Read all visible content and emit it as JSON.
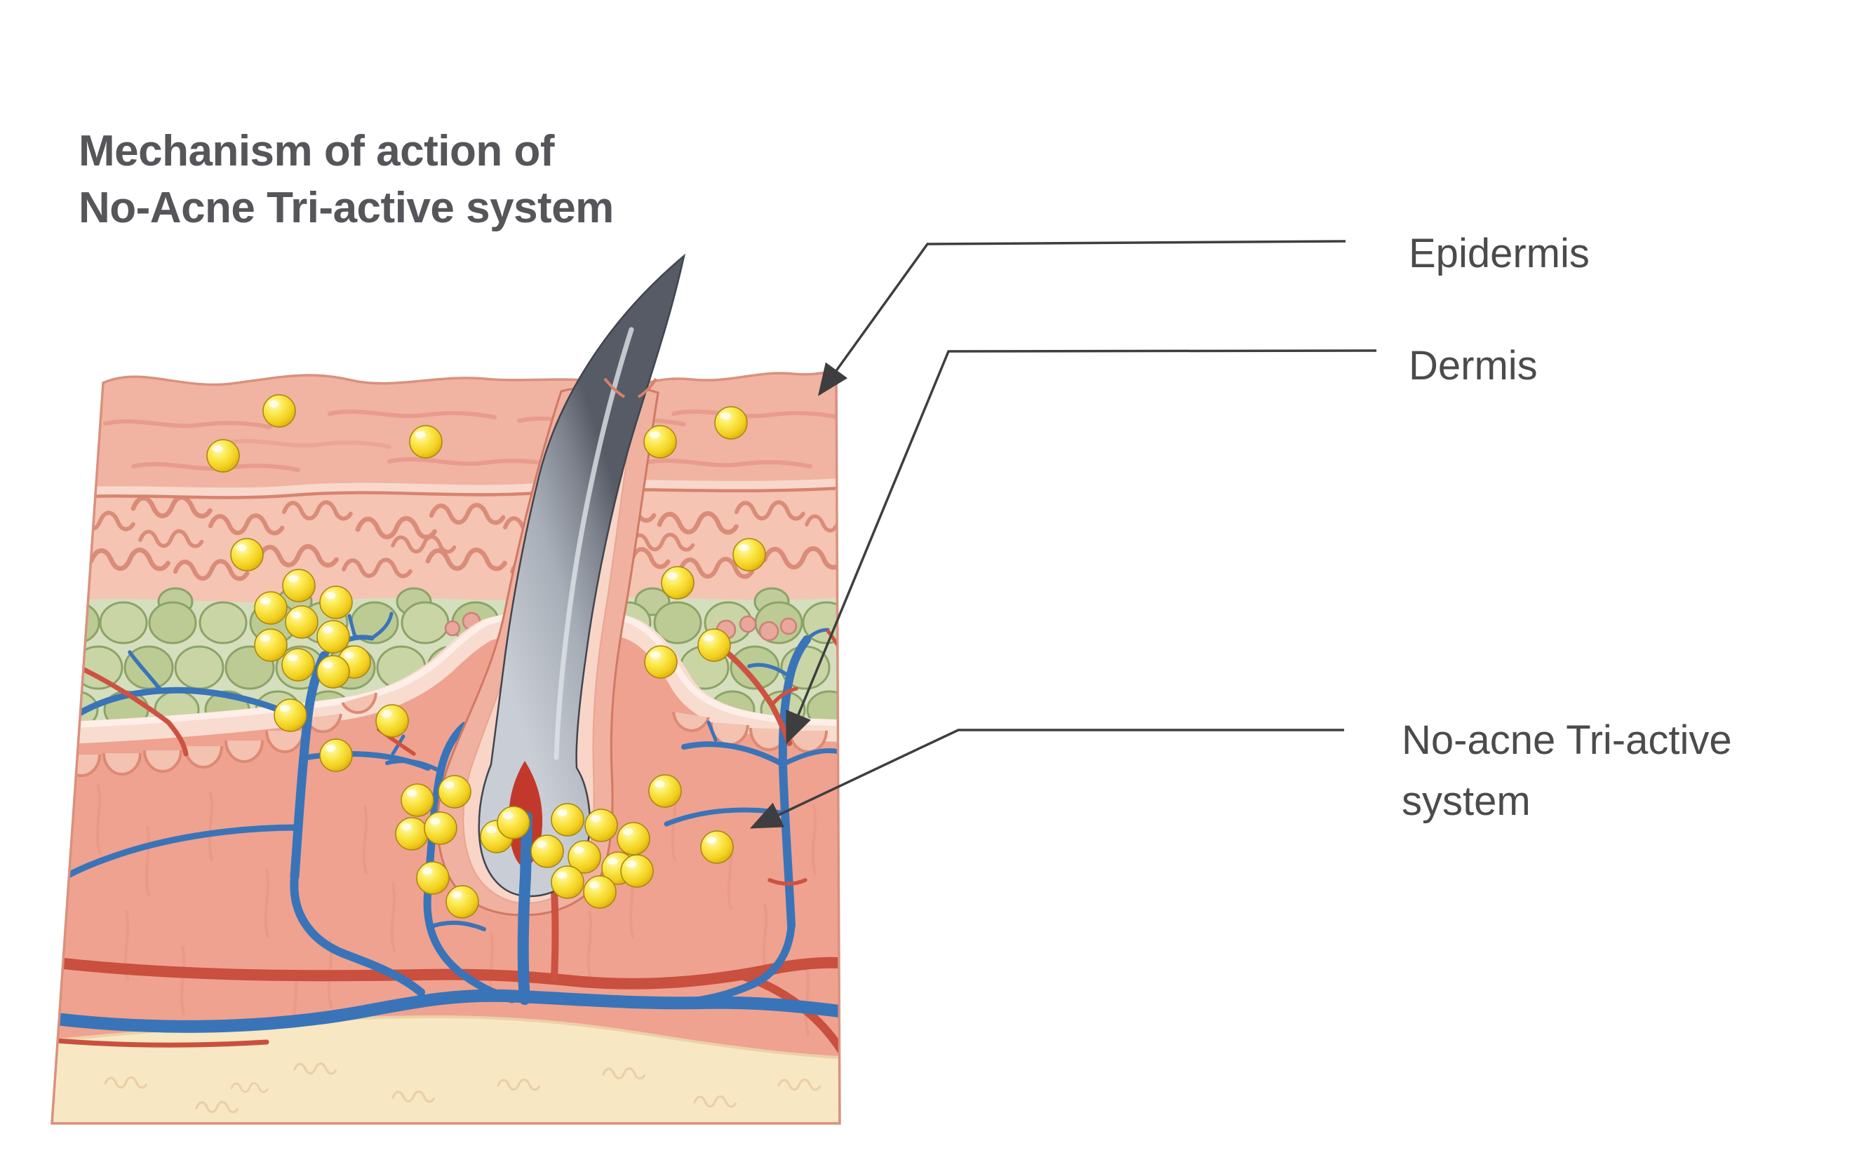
{
  "title": {
    "line1": "Mechanism of action of",
    "line2": "No-Acne Tri-active system"
  },
  "labels": {
    "epidermis": "Epidermis",
    "dermis": "Dermis",
    "no_acne_line1": "No-acne Tri-active",
    "no_acne_line2": "system"
  },
  "illustration": {
    "kind": "skin cross-section",
    "parts": [
      "epidermis",
      "papillary layer",
      "sebaceous cell layer",
      "dermis with blood vessels",
      "subcutaneous tissue",
      "hair follicle",
      "active-ingredient particles"
    ],
    "particle_count": 41
  },
  "colors": {
    "text": "#4b4b4d",
    "title_text": "#55555a",
    "leader_line": "#3e3e40",
    "epidermis": "#f1b3a2",
    "papillary": "#f5c4b2",
    "green_cells": "#bcca94",
    "dermis": "#efa28f",
    "subcutis": "#f8e7c3",
    "vein_blue": "#3a74b8",
    "artery_red": "#c94f3e",
    "hair_gray": "#a7adb6",
    "particle_yellow": "#f6d92e"
  }
}
